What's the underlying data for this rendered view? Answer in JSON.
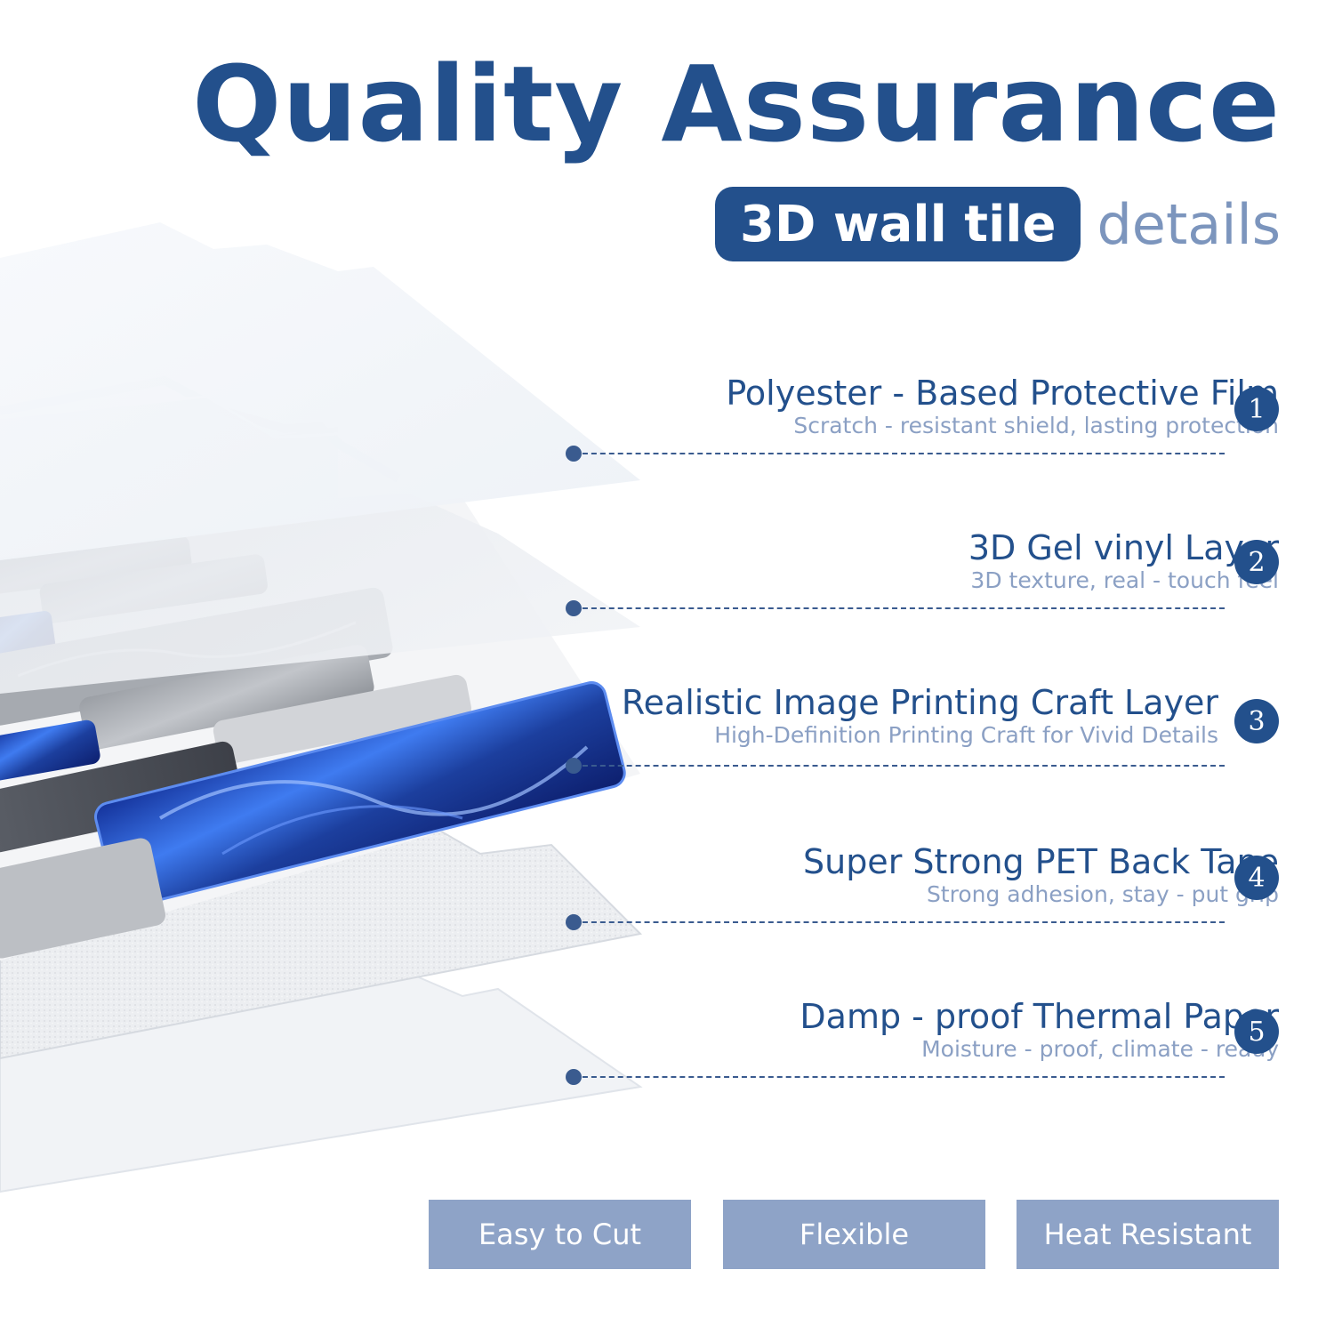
{
  "header": {
    "title": "Quality Assurance",
    "badge": "3D wall tile",
    "badge_suffix": "details"
  },
  "layers": [
    {
      "number": "1",
      "title": "Polyester - Based Protective Film",
      "description": "Scratch - resistant shield, lasting protection"
    },
    {
      "number": "2",
      "title": "3D Gel vinyl Layer",
      "description": "3D texture, real - touch feel"
    },
    {
      "number": "3",
      "title": "Realistic Image Printing Craft Layer",
      "description": "High-Definition Printing Craft for Vivid Details"
    },
    {
      "number": "4",
      "title": "Super Strong PET Back Tape",
      "description": "Strong adhesion, stay - put grip"
    },
    {
      "number": "5",
      "title": "Damp - proof Thermal Paper",
      "description": "Moisture - proof, climate - ready"
    }
  ],
  "features": [
    "Easy to Cut",
    "Flexible",
    "Heat Resistant"
  ],
  "colors": {
    "primary": "#23508c",
    "secondary": "#8ea3c7",
    "accent_blue": "#1f4fc4"
  }
}
